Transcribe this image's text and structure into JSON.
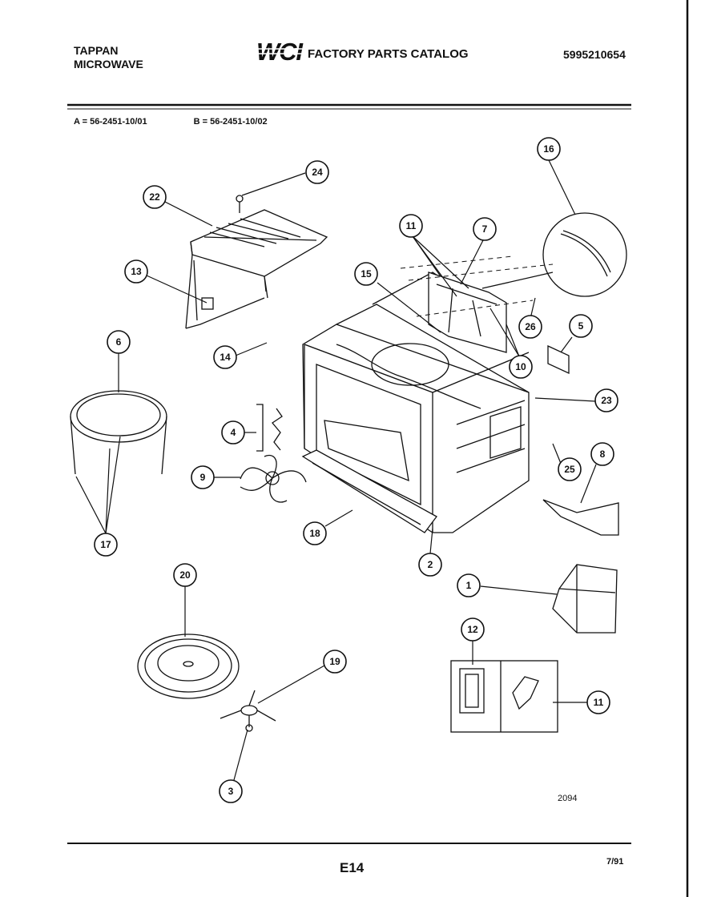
{
  "header": {
    "brand_line1": "TAPPAN",
    "brand_line2": "MICROWAVE",
    "logo_text": "WCI",
    "catalog_title": "FACTORY PARTS CATALOG",
    "catalog_number": "5995210654"
  },
  "models": {
    "a": "A = 56-2451-10/01",
    "b": "B = 56-2451-10/02"
  },
  "callouts": [
    "1",
    "2",
    "3",
    "4",
    "5",
    "6",
    "7",
    "8",
    "9",
    "10",
    "11",
    "12",
    "13",
    "14",
    "15",
    "16",
    "17",
    "18",
    "19",
    "20",
    "22",
    "23",
    "24",
    "25",
    "26"
  ],
  "footer": {
    "drawing_code": "2094",
    "page_code": "E14",
    "date_code": "7/91"
  },
  "colors": {
    "ink": "#111111",
    "paper": "#ffffff"
  }
}
